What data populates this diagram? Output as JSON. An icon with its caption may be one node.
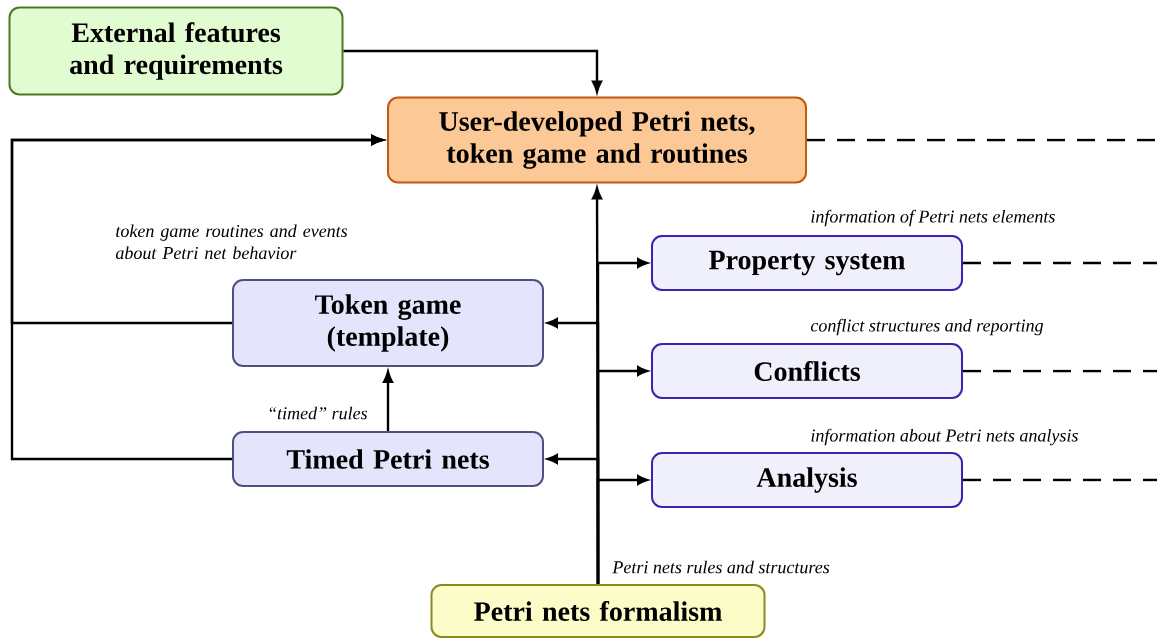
{
  "diagram": {
    "nodes": [
      {
        "text": [
          "External features and requirements"
        ]
      },
      {
        "text": [
          "User-developed Petri nets, token game and routines"
        ]
      },
      {
        "text": [
          "Token game (template)"
        ]
      },
      {
        "text": [
          "Property system"
        ]
      },
      {
        "text": [
          "Conflicts"
        ]
      },
      {
        "text": [
          "Timed Petri nets"
        ]
      },
      {
        "text": [
          "Analysis"
        ]
      },
      {
        "text": [
          "Petri nets formalism"
        ]
      }
    ],
    "edges": [
      {
        "from": 0,
        "to": 1,
        "arrow": "to"
      },
      {
        "from": 7,
        "to": 1,
        "arrow": "to",
        "label": "Petri nets rules and structures"
      },
      {
        "from": 7,
        "to": 2,
        "arrow": "to"
      },
      {
        "from": 7,
        "to": 3,
        "arrow": "to"
      },
      {
        "from": 7,
        "to": 4,
        "arrow": "to"
      },
      {
        "from": 7,
        "to": 5,
        "arrow": "to"
      },
      {
        "from": 7,
        "to": 6,
        "arrow": "to"
      },
      {
        "from": 2,
        "to": 1,
        "arrow": "to",
        "label": "token game routines and events about Petri net behavior"
      },
      {
        "from": 5,
        "to": 1,
        "arrow": "to"
      },
      {
        "from": 5,
        "to": 2,
        "arrow": "to",
        "label": "“timed” rules"
      },
      {
        "from": 1,
        "to": null,
        "arrow": "none",
        "style": "dashed"
      },
      {
        "from": 3,
        "to": null,
        "arrow": "none",
        "style": "dashed",
        "label": "information of Petri nets elements"
      },
      {
        "from": 4,
        "to": null,
        "arrow": "none",
        "style": "dashed",
        "label": "conflict structures and reporting"
      },
      {
        "from": 6,
        "to": null,
        "arrow": "none",
        "style": "dashed",
        "label": "information about Petri nets analysis"
      }
    ]
  }
}
